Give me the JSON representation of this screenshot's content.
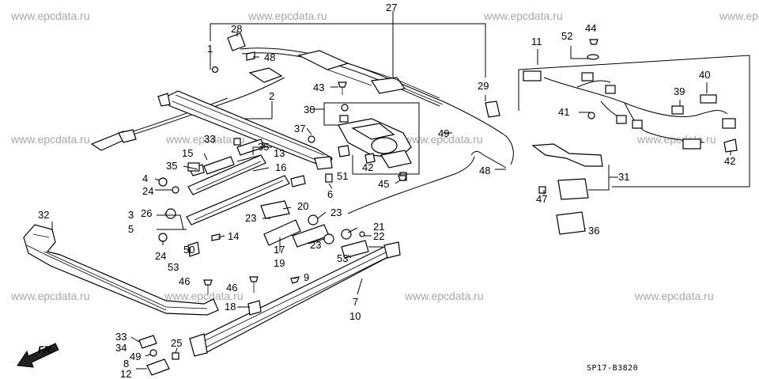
{
  "watermark": "www.epcdata.ru",
  "diagram_code": "SP17-B3820",
  "direction_label": "FR.",
  "callouts": [
    "27",
    "28",
    "1",
    "48",
    "2",
    "43",
    "30",
    "29",
    "11",
    "52",
    "44",
    "40",
    "39",
    "41",
    "37",
    "49",
    "33",
    "35",
    "15",
    "13",
    "35",
    "16",
    "4",
    "24",
    "3",
    "26",
    "5",
    "24",
    "53",
    "14",
    "50",
    "20",
    "23",
    "23",
    "23",
    "21",
    "22",
    "53",
    "17",
    "19",
    "32",
    "46",
    "46",
    "9",
    "18",
    "7",
    "10",
    "33",
    "34",
    "25",
    "49",
    "8",
    "12",
    "6",
    "45",
    "51",
    "42",
    "48",
    "31",
    "47",
    "36",
    "42"
  ]
}
